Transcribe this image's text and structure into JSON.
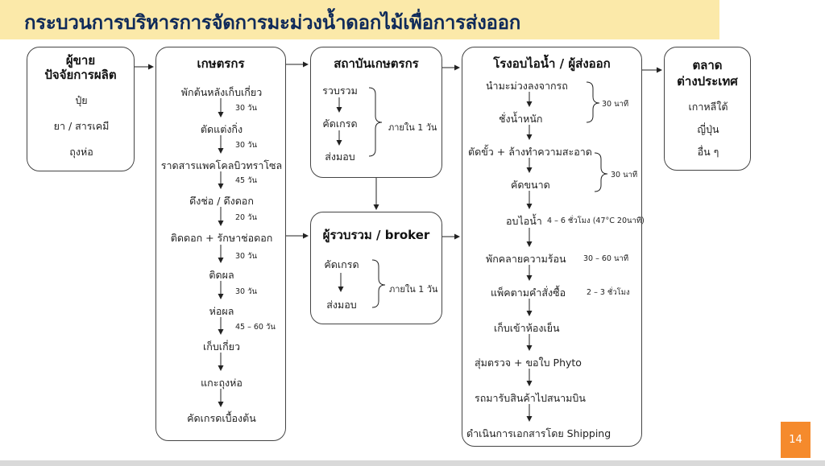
{
  "title": "กระบวนการบริหารการจัดการมะม่วงน้ำดอกไม้เพื่อการส่งออก",
  "page_number": "14",
  "supplier": {
    "title_line1": "ผู้ขาย",
    "title_line2": "ปัจจัยการผลิต",
    "items": [
      "ปุ๋ย",
      "ยา / สารเคมี",
      "ถุงห่อ"
    ]
  },
  "farmer": {
    "title": "เกษตรกร",
    "steps": [
      "พักต้นหลังเก็บเกี่ยว",
      "ตัดแต่งกิ่ง",
      "ราดสารแพคโคลบิวทราโซล",
      "ดึงช่อ / ดึงดอก",
      "ติดดอก + รักษาช่อดอก",
      "ติดผล",
      "ห่อผล",
      "เก็บเกี่ยว",
      "แกะถุงห่อ",
      "คัดเกรดเบื้องต้น"
    ],
    "durations": [
      "30 วัน",
      "30 วัน",
      "45 วัน",
      "20 วัน",
      "30 วัน",
      "30 วัน",
      "45 – 60 วัน"
    ]
  },
  "institute": {
    "title": "สถาบันเกษตรกร",
    "steps": [
      "รวบรวม",
      "คัดเกรด",
      "ส่งมอบ"
    ],
    "note": "ภายใน 1 วัน"
  },
  "broker": {
    "title": "ผู้รวบรวม / broker",
    "steps": [
      "คัดเกรด",
      "ส่งมอบ"
    ],
    "note": "ภายใน 1 วัน"
  },
  "factory": {
    "title": "โรงอบไอน้ำ / ผู้ส่งออก",
    "steps": [
      "นำมะม่วงลงจากรถ",
      "ชั่งน้ำหนัก",
      "ตัดขั้ว + ล้างทำความสะอาด",
      "คัดขนาด",
      "อบไอน้ำ",
      "พักคลายความร้อน",
      "แพ็คตามคำสั่งซื้อ",
      "เก็บเข้าห้องเย็น",
      "สุ่มตรวจ + ขอใบ Phyto",
      "รถมารับสินค้าไปสนามบิน",
      "ดำเนินการเอกสารโดย Shipping"
    ],
    "note_unload": "30 นาที",
    "note_cut": "30 นาที",
    "steam_detail": "4 – 6 ชั่วโมง (47°C 20นาที)",
    "cool_detail": "30 – 60 นาที",
    "pack_detail": "2 – 3 ชั่วโมง"
  },
  "market": {
    "title_line1": "ตลาด",
    "title_line2": "ต่างประเทศ",
    "items": [
      "เกาหลีใต้",
      "ญี่ปุ่น",
      "อื่น ๆ"
    ]
  }
}
